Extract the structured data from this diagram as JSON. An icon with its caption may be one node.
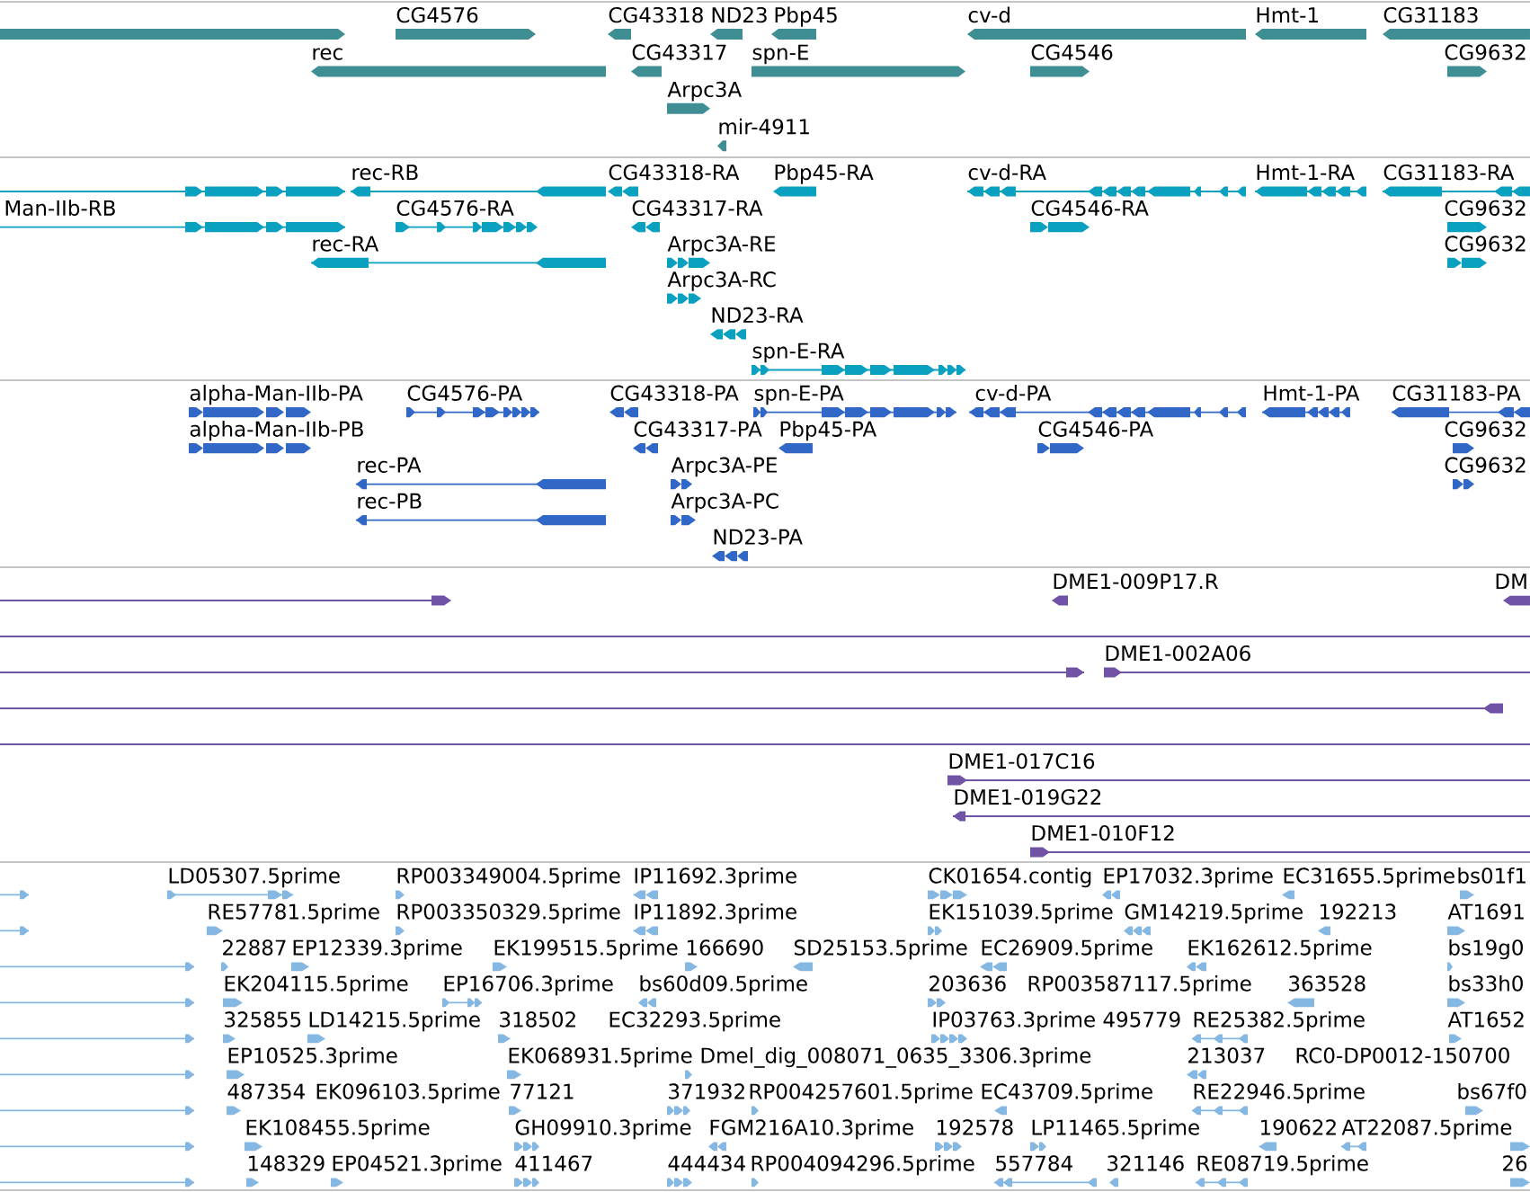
{
  "diagram": {
    "labels": [
      "CG4576",
      "CG43318",
      "ND23",
      "Pbp45",
      "cv-d",
      "Hmt-1",
      "CG31183",
      "rec",
      "CG43317",
      "spn-E",
      "CG4546",
      "CG9632",
      "Arpc3A",
      "mir-4911",
      "rec-RB",
      "CG43318-RA",
      "Pbp45-RA",
      "cv-d-RA",
      "Hmt-1-RA",
      "CG31183-RA",
      "Man-IIb-RB",
      "CG4576-RA",
      "CG43317-RA",
      "CG4546-RA",
      "CG9632",
      "rec-RA",
      "Arpc3A-RE",
      "CG9632",
      "Arpc3A-RC",
      "ND23-RA",
      "spn-E-RA",
      "alpha-Man-IIb-PA",
      "CG4576-PA",
      "CG43318-PA",
      "spn-E-PA",
      "cv-d-PA",
      "Hmt-1-PA",
      "CG31183-PA",
      "alpha-Man-IIb-PB",
      "CG43317-PA",
      "Pbp45-PA",
      "CG4546-PA",
      "CG9632",
      "rec-PA",
      "Arpc3A-PE",
      "CG9632",
      "rec-PB",
      "Arpc3A-PC",
      "ND23-PA",
      "DME1-009P17.R",
      "DM",
      "DME1-002A06",
      "DME1-017C16",
      "DME1-019G22",
      "DME1-010F12",
      "LD05307.5prime",
      "RP003349004.5prime",
      "IP11692.3prime",
      "CK01654.contig",
      "EP17032.3prime",
      "EC31655.5prime",
      "bs01f1",
      "RE57781.5prime",
      "RP003350329.5prime",
      "IP11892.3prime",
      "EK151039.5prime",
      "GM14219.5prime",
      "192213",
      "AT1691",
      "22887",
      "EP12339.3prime",
      "EK199515.5prime",
      "166690",
      "SD25153.5prime",
      "EC26909.5prime",
      "EK162612.5prime",
      "bs19g0",
      "EK204115.5prime",
      "EP16706.3prime",
      "bs60d09.5prime",
      "203636",
      "RP003587117.5prime",
      "363528",
      "bs33h0",
      "325855",
      "LD14215.5prime",
      "318502",
      "EC32293.5prime",
      "IP03763.3prime",
      "495779",
      "RE25382.5prime",
      "AT1652",
      "EP10525.3prime",
      "EK068931.5prime",
      "Dmel_dig_008071_0635_3306.3prime",
      "213037",
      "RC0-DP0012-150700",
      "487354",
      "EK096103.5prime",
      "77121",
      "371932",
      "RP004257601.5prime",
      "EC43709.5prime",
      "RE22946.5prime",
      "bs67f0",
      "EK108455.5prime",
      "GH09910.3prime",
      "FGM216A10.3prime",
      "192578",
      "LP11465.5prime",
      "190622",
      "AT22087.5prime",
      "148329",
      "EP04521.3prime",
      "411467",
      "444434",
      "RP004094296.5prime",
      "557784",
      "321146",
      "RE08719.5prime",
      "26"
    ]
  }
}
